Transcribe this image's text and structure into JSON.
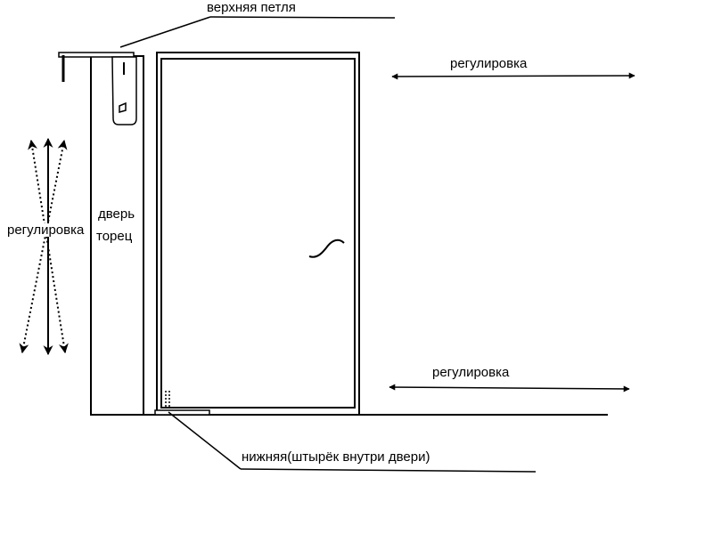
{
  "labels": {
    "top_hinge": "верхняя петля",
    "adjust_top_right": "регулировка",
    "adjust_left": "регулировка",
    "door_edge_line1": "дверь",
    "door_edge_line2": "торец",
    "adjust_bottom_right": "регулировка",
    "bottom_hinge": "нижняя(штырёк внутри двери)"
  },
  "colors": {
    "ink": "#000000",
    "background": "#ffffff"
  }
}
